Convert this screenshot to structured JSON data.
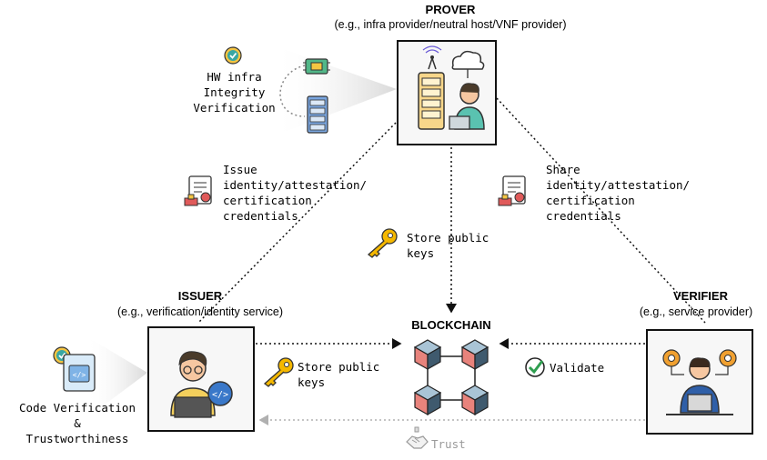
{
  "prover": {
    "title": "PROVER",
    "subtitle": "(e.g., infra provider/neutral host/VNF provider)"
  },
  "issuer": {
    "title": "ISSUER",
    "subtitle": "(e.g., verification/identity service)"
  },
  "verifier": {
    "title": "VERIFIER",
    "subtitle": "(e.g., service provider)"
  },
  "blockchain": {
    "title": "BLOCKCHAIN"
  },
  "hw_integrity": {
    "lines": [
      "HW infra",
      "Integrity",
      "Verification"
    ]
  },
  "code_verification": {
    "lines": [
      "Code Verification",
      "&",
      "Trustworthiness"
    ]
  },
  "issue_credentials": {
    "lines": [
      "Issue",
      "identity/attestation/",
      "certification",
      "credentials"
    ]
  },
  "share_credentials": {
    "lines": [
      "Share",
      "identity/attestation/",
      "certification",
      "credentials"
    ]
  },
  "store_keys_prover": {
    "lines": [
      "Store public",
      "keys"
    ]
  },
  "store_keys_issuer": {
    "lines": [
      "Store public",
      "keys"
    ]
  },
  "validate": {
    "label": "Validate"
  },
  "trust": {
    "label": "Trust"
  },
  "colors": {
    "cube_top": "#a9c4d6",
    "cube_side": "#3f5a6e",
    "cube_front": "#e8837c",
    "key": "#f5b800",
    "check": "#2e9e4f",
    "arrow": "#111111",
    "trust_arrow": "#b0b0b0"
  },
  "icons": [
    "badge-check-icon",
    "chip-icon",
    "server-icon",
    "certificate-icon",
    "key-icon",
    "check-circle-icon",
    "handshake-icon",
    "code-window-icon",
    "blockchain-icon",
    "person-laptop-icon",
    "gear-person-icon",
    "antenna-icon",
    "cloud-icon"
  ]
}
